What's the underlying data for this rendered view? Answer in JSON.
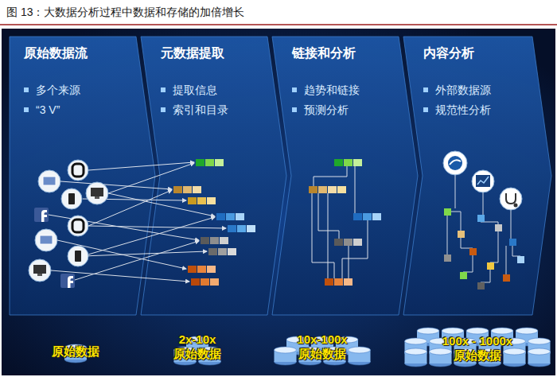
{
  "diagram": {
    "title": "图 13：大数据分析过程中数据和存储的加倍增长",
    "nodes": [
      {
        "text": [
          "原始数据流",
          "多个来源",
          "“3 V”"
        ]
      },
      {
        "text": [
          "元数据提取",
          "提取信息",
          "索引和目录"
        ]
      },
      {
        "text": [
          "链接和分析",
          "趋势和链接",
          "预测分析"
        ]
      },
      {
        "text": [
          "内容分析",
          "外部数据源",
          "规范性分析"
        ]
      },
      {
        "text": [
          "原始数据"
        ],
        "in": 0
      },
      {
        "text": [
          "2x-10x 原始数据"
        ],
        "in": 1
      },
      {
        "text": [
          "10x-100x 原始数据"
        ],
        "in": 2
      },
      {
        "text": [
          "100x - 1000x 原始数据"
        ],
        "in": 3
      }
    ]
  }
}
